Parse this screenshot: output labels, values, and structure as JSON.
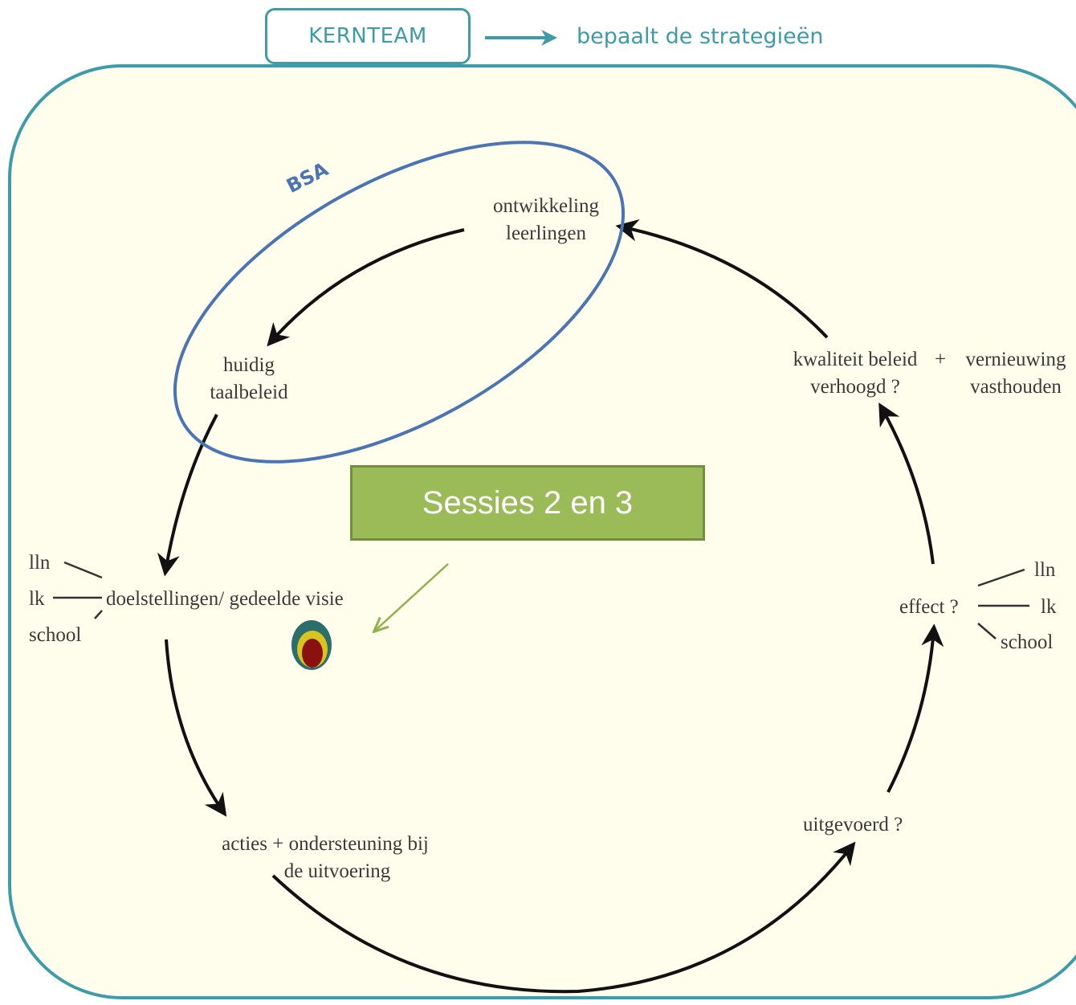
{
  "header": {
    "box_label": "KERNTEAM",
    "arrow_text": "bepaalt de strategieën"
  },
  "ellipse_label": "BSA",
  "cycle": {
    "ontwikkeling": [
      "ontwikkeling",
      "leerlingen"
    ],
    "huidig": [
      "huidig",
      "taalbeleid"
    ],
    "doel": "doelstellingen/ gedeelde visie",
    "doel_branches": [
      "lln",
      "lk",
      "school"
    ],
    "acties": [
      "acties + ondersteuning bij",
      "de uitvoering"
    ],
    "uitgevoerd": "uitgevoerd ?",
    "effect": "effect ?",
    "effect_branches": [
      "lln",
      "lk",
      "school"
    ],
    "kwaliteit": [
      "kwaliteit beleid",
      "verhoogd ?"
    ],
    "plus": "+",
    "vernieuwing": [
      "vernieuwing",
      "vasthouden"
    ]
  },
  "callout": "Sessies 2 en 3",
  "colors": {
    "teal": "#3d9ca8",
    "ellipse_blue": "#4a74b4",
    "callout_green": "#9bbb59",
    "panel_bg": "#fffdeb",
    "arrow": "#111111"
  }
}
